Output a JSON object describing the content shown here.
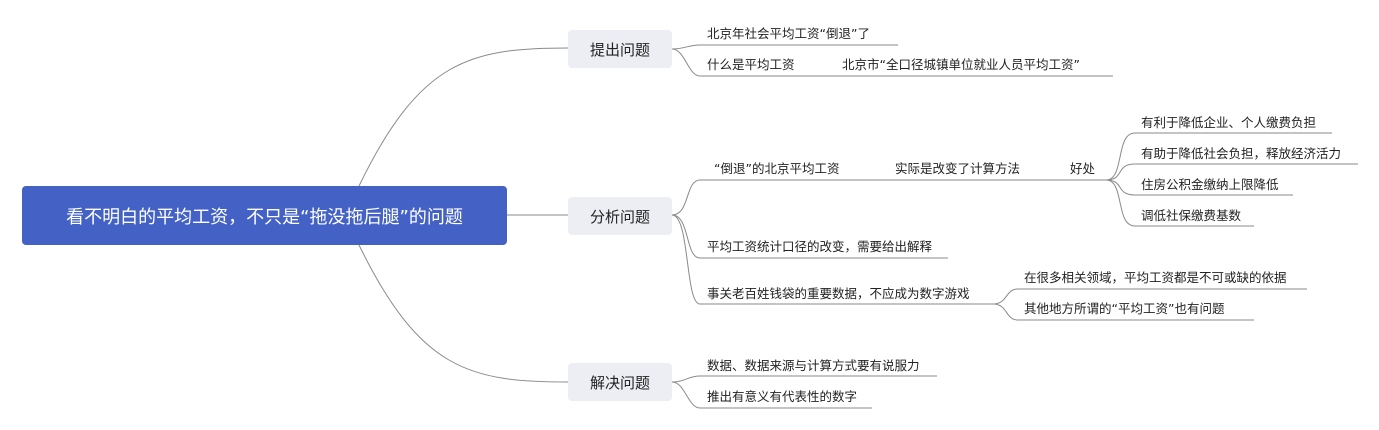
{
  "root": {
    "label": "看不明白的平均工资，不只是“拖没拖后腿”的问题"
  },
  "branches": [
    {
      "label": "提出问题"
    },
    {
      "label": "分析问题"
    },
    {
      "label": "解决问题"
    }
  ],
  "leaves": {
    "b1_1": "北京年社会平均工资“倒退”了",
    "b1_2": "什么是平均工资",
    "b1_2_1": "北京市“全口径城镇单位就业人员平均工资”",
    "b2_1": "“倒退”的北京平均工资",
    "b2_1_1": "实际是改变了计算方法",
    "b2_1_1_1": "好处",
    "b2_1_1_1_a": "有利于降低企业、个人缴费负担",
    "b2_1_1_1_b": "有助于降低社会负担，释放经济活力",
    "b2_1_1_1_c": "住房公积金缴纳上限降低",
    "b2_1_1_1_d": "调低社保缴费基数",
    "b2_2": "平均工资统计口径的改变，需要给出解释",
    "b2_3": "事关老百姓钱袋的重要数据，不应成为数字游戏",
    "b2_3_a": "在很多相关领域，平均工资都是不可或缺的依据",
    "b2_3_b": "其他地方所谓的“平均工资”也有问题",
    "b3_1": "数据、数据来源与计算方式要有说服力",
    "b3_2": "推出有意义有代表性的数字"
  },
  "colors": {
    "root_bg": "#4462c5",
    "branch_bg": "#eceef3",
    "line": "#8a8a8a"
  }
}
